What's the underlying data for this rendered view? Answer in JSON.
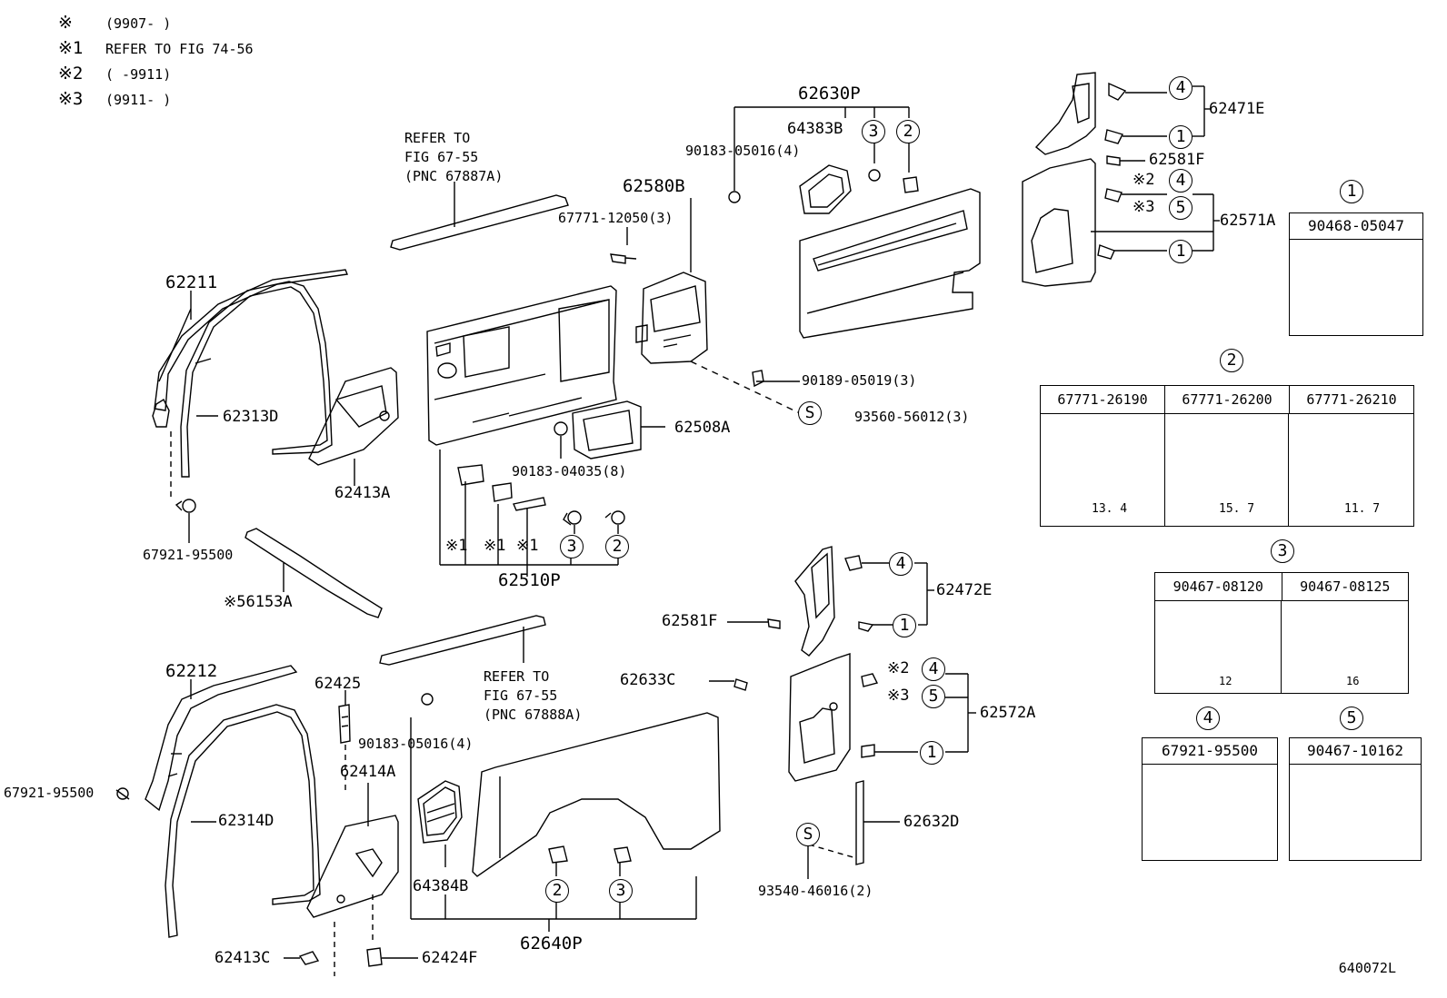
{
  "legend": [
    {
      "sym": "※",
      "text": "(9907-     )"
    },
    {
      "sym": "※1",
      "text": "REFER TO FIG 74-56"
    },
    {
      "sym": "※2",
      "text": "(     -9911)"
    },
    {
      "sym": "※3",
      "text": "(9911-     )"
    }
  ],
  "parts": {
    "p62211": "62211",
    "p62313D": "62313D",
    "p62413A": "62413A",
    "p67921_95500_a": "67921-95500",
    "p56153A": "※56153A",
    "p62212": "62212",
    "p67921_95500_b": "67921-95500",
    "p62314D": "62314D",
    "p62425": "62425",
    "p62414A": "62414A",
    "p62413C": "62413C",
    "p62424F": "62424F",
    "p64384B": "64384B",
    "p62640P": "62640P",
    "p90183_05016_b": "90183-05016(4)",
    "p62510P": "62510P",
    "p90183_04035": "90183-04035(8)",
    "p62508A": "62508A",
    "p62580B": "62580B",
    "p67771_12050": "67771-12050(3)",
    "p90189_05019": "90189-05019(3)",
    "p93560_56012": "93560-56012(3)",
    "p62630P": "62630P",
    "p64383B": "64383B",
    "p90183_05016_a": "90183-05016(4)",
    "p62471E": "62471E",
    "p62581F_a": "62581F",
    "p62571A": "62571A",
    "p62472E": "62472E",
    "p62581F_b": "62581F",
    "p62633C": "62633C",
    "p62572A": "62572A",
    "p62632D": "62632D",
    "p93540_46016": "93540-46016(2)"
  },
  "refer": {
    "upper": [
      "REFER TO",
      "FIG 67-55",
      "(PNC 67887A)"
    ],
    "lower": [
      "REFER TO",
      "FIG 67-55",
      "(PNC 67888A)"
    ]
  },
  "marks": {
    "s1": "※1",
    "s2": "※2",
    "s3": "※3",
    "star": "※",
    "c1": "1",
    "c2": "2",
    "c3": "3",
    "c4": "4",
    "c5": "5",
    "cS": "S"
  },
  "clip_boxes": {
    "b1": {
      "num": "1",
      "cols": [
        "90468-05047"
      ]
    },
    "b2": {
      "num": "2",
      "cols": [
        "67771-26190",
        "67771-26200",
        "67771-26210"
      ],
      "dims": [
        "13. 4",
        "15. 7",
        "11. 7"
      ]
    },
    "b3": {
      "num": "3",
      "cols": [
        "90467-08120",
        "90467-08125"
      ],
      "dims": [
        "12",
        "16"
      ]
    },
    "b4": {
      "num": "4",
      "cols": [
        "67921-95500"
      ]
    },
    "b5": {
      "num": "5",
      "cols": [
        "90467-10162"
      ]
    }
  },
  "figure_code": "640072L"
}
